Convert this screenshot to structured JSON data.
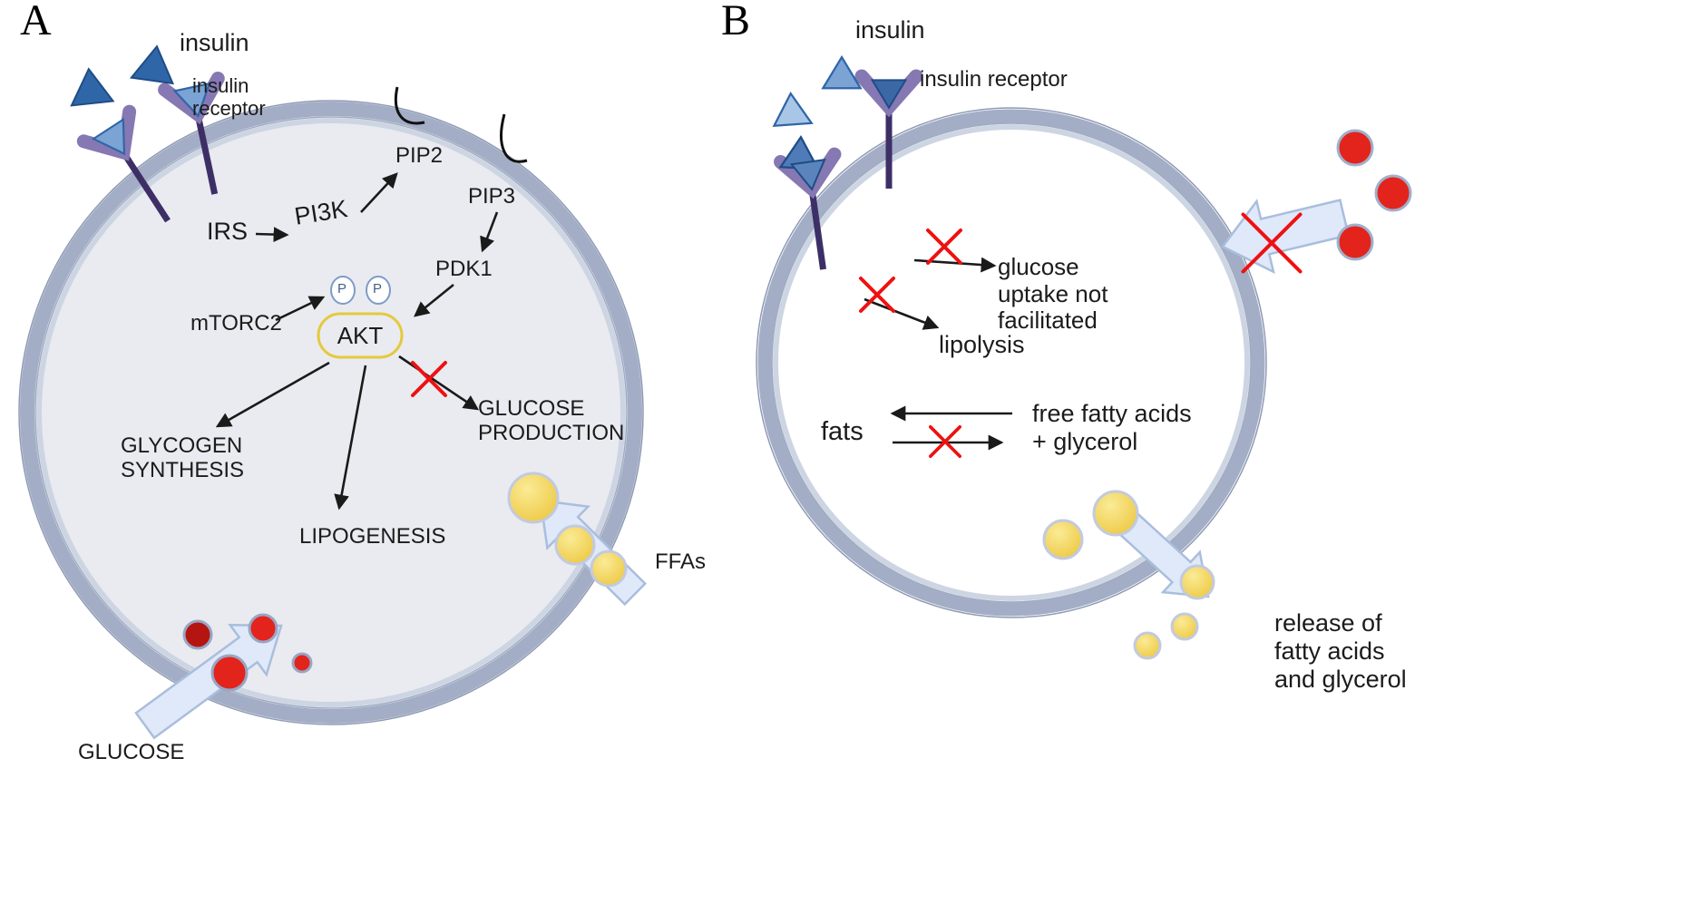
{
  "panelA": {
    "label": "A",
    "insulin": "insulin",
    "insulin_receptor": [
      "insulin",
      "receptor"
    ],
    "irs": "IRS",
    "pi3k": "PI3K",
    "pip2": "PIP2",
    "pip3": "PIP3",
    "pdk1": "PDK1",
    "mtorc2": "mTORC2",
    "phospho": "P",
    "akt": "AKT",
    "glycogen": [
      "GLYCOGEN",
      "SYNTHESIS"
    ],
    "lipogenesis": "LIPOGENESIS",
    "glucose_production": [
      "GLUCOSE",
      "PRODUCTION"
    ],
    "ffas": "FFAs",
    "glucose": "GLUCOSE"
  },
  "panelB": {
    "label": "B",
    "insulin": "insulin",
    "insulin_receptor": "insulin receptor",
    "glucose_uptake": [
      "glucose",
      "uptake not",
      "facilitated"
    ],
    "lipolysis": "lipolysis",
    "fats": "fats",
    "free_fatty_acids": [
      "free fatty acids",
      "+ glycerol"
    ],
    "release": [
      "release of",
      "fatty acids",
      "and glycerol"
    ]
  },
  "colors": {
    "membrane": "#a3aec6",
    "membrane_inner": "#cdd5e3",
    "cell_fill_a": "#e9ebf0",
    "cell_fill_b": "#ffffff",
    "insulin_dark": "#2f66a8",
    "insulin_light": "#7ba3d4",
    "receptor_purple": "#8678b2",
    "receptor_stem": "#3d2f66",
    "glucose_red": "#e3241c",
    "fatty_acid_yellow": "#f2d158",
    "transport_arrow_fill": "#dfe9f9",
    "transport_arrow_stroke": "#a9bedd",
    "block_x_red": "#ee1111",
    "akt_outline": "#e5c93c",
    "arrow_black": "#1a1a1a"
  }
}
